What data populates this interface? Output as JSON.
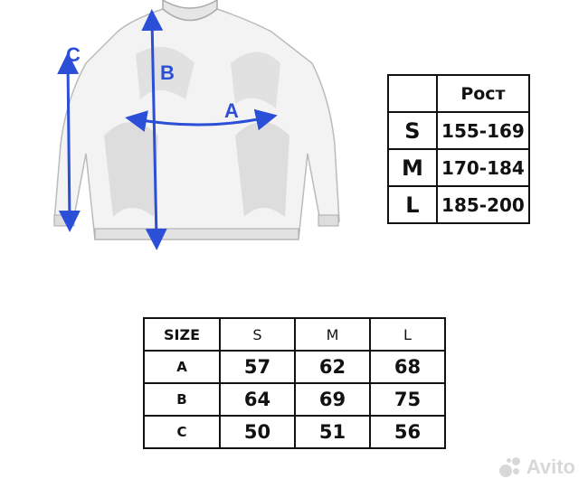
{
  "diagram": {
    "label_a": "A",
    "label_b": "B",
    "label_c": "C",
    "accent_color": "#2b4fd6"
  },
  "height_table": {
    "header": "Рост",
    "rows": [
      {
        "size": "S",
        "range": "155-169"
      },
      {
        "size": "M",
        "range": "170-184"
      },
      {
        "size": "L",
        "range": "185-200"
      }
    ]
  },
  "size_table": {
    "header": [
      "SIZE",
      "S",
      "M",
      "L"
    ],
    "rows": [
      {
        "label": "A",
        "values": [
          "57",
          "62",
          "68"
        ]
      },
      {
        "label": "B",
        "values": [
          "64",
          "69",
          "75"
        ]
      },
      {
        "label": "C",
        "values": [
          "50",
          "51",
          "56"
        ]
      }
    ]
  },
  "watermark": {
    "text": "Avito",
    "icon": "avito-logo-icon"
  }
}
